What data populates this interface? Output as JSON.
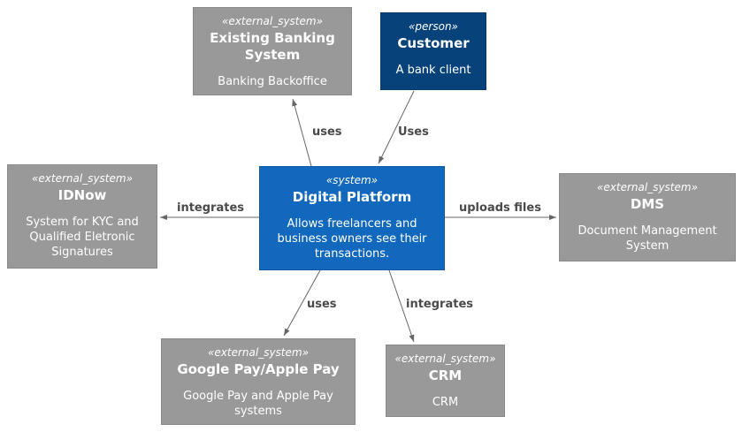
{
  "diagram": {
    "nodes": {
      "existing_banking": {
        "stereotype": "«external_system»",
        "name": "Existing Banking System",
        "description": "Banking Backoffice"
      },
      "customer": {
        "stereotype": "«person»",
        "name": "Customer",
        "description": "A bank client"
      },
      "digital_platform": {
        "stereotype": "«system»",
        "name": "Digital Platform",
        "description": "Allows freelancers and business owners see their transactions."
      },
      "idnow": {
        "stereotype": "«external_system»",
        "name": "IDNow",
        "description": "System for KYC and Qualified Eletronic Signatures"
      },
      "dms": {
        "stereotype": "«external_system»",
        "name": "DMS",
        "description": "Document Management System"
      },
      "google_apple_pay": {
        "stereotype": "«external_system»",
        "name": "Google Pay/Apple Pay",
        "description": "Google Pay and Apple Pay systems"
      },
      "crm": {
        "stereotype": "«external_system»",
        "name": "CRM",
        "description": "CRM"
      }
    },
    "edges": {
      "uses_banking": {
        "label": "uses"
      },
      "customer_uses": {
        "label": "Uses"
      },
      "integrates_idnow": {
        "label": "integrates"
      },
      "uploads_files_dms": {
        "label": "uploads files"
      },
      "uses_pay": {
        "label": "uses"
      },
      "integrates_crm": {
        "label": "integrates"
      }
    },
    "colors": {
      "external_system_bg": "#999999",
      "person_bg": "#08427b",
      "system_bg": "#1168bd",
      "arrow": "#666666",
      "edge_label": "#4a4a4a"
    }
  }
}
